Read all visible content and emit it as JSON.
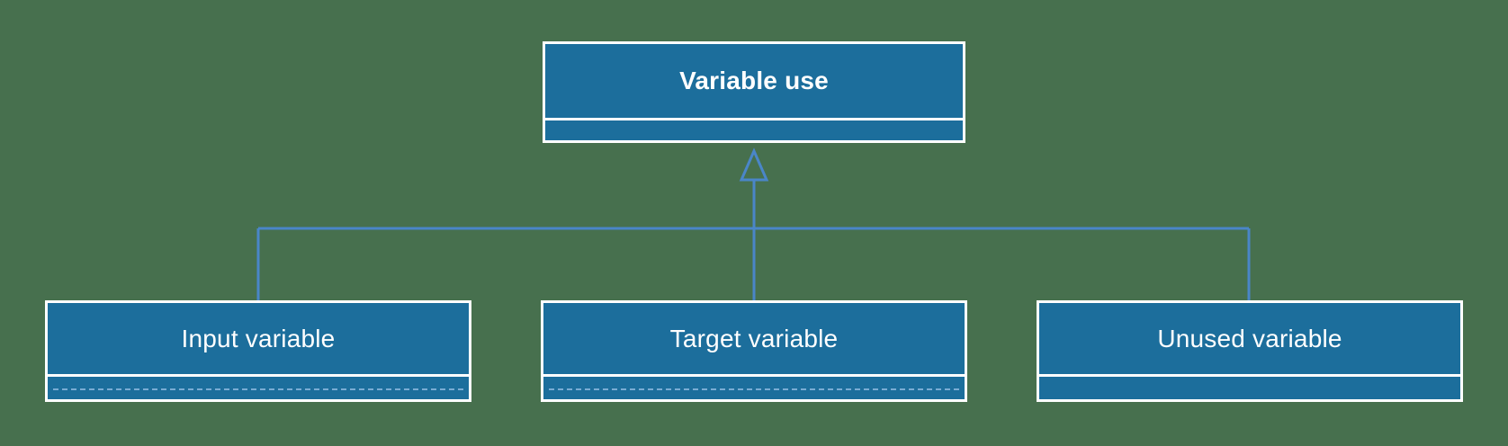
{
  "diagram": {
    "type": "uml-class-inheritance",
    "background_color": "#47704e",
    "class_fill_color": "#1c6e9c",
    "class_border_color": "#ffffff",
    "connector_color": "#4a86c8",
    "text_color": "#ffffff",
    "root": {
      "name": "Variable use",
      "members": []
    },
    "children": [
      {
        "name": "Input variable",
        "members": []
      },
      {
        "name": "Target variable",
        "members": []
      },
      {
        "name": "Unused variable",
        "members": []
      }
    ],
    "relationship": "generalization"
  }
}
